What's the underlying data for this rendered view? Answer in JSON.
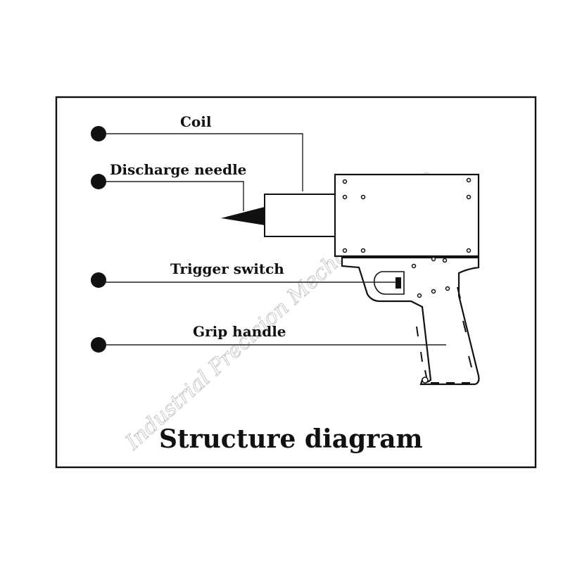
{
  "labels": {
    "coil": "Coil",
    "discharge_needle": "Discharge needle",
    "trigger_switch": "Trigger switch",
    "grip_handle": "Grip handle"
  },
  "title": "Structure diagram",
  "watermark": "Industrial Precision Mechanism Store",
  "colors": {
    "ink": "#111111",
    "background": "#ffffff",
    "watermark": "#c8c8c8"
  }
}
